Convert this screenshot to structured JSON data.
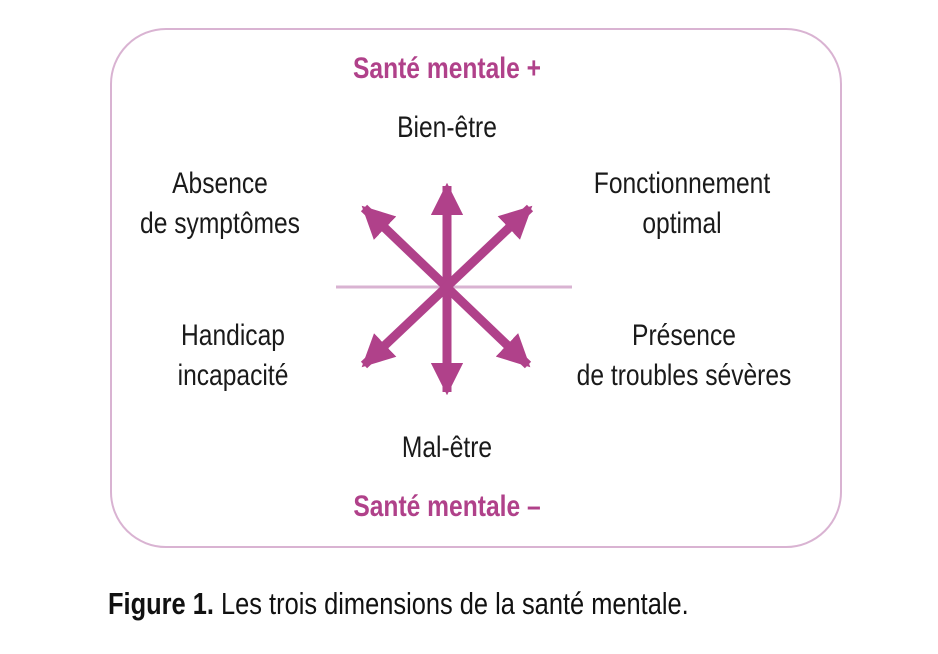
{
  "diagram": {
    "top_heading": "Santé mentale +",
    "bottom_heading": "Santé mentale –",
    "top": "Bien-être",
    "bottom": "Mal-être",
    "top_left": [
      "Absence",
      "de symptômes"
    ],
    "top_right": [
      "Fonctionnement",
      "optimal"
    ],
    "bottom_left": [
      "Handicap",
      "incapacité"
    ],
    "bottom_right": [
      "Présence",
      "de troubles sévères"
    ],
    "colors": {
      "accent": "#b0418a",
      "frame": "#d9b3d2",
      "divider": "#d9b3d2"
    }
  },
  "caption": {
    "label": "Figure 1.",
    "text": " Les trois dimensions de la santé mentale."
  }
}
